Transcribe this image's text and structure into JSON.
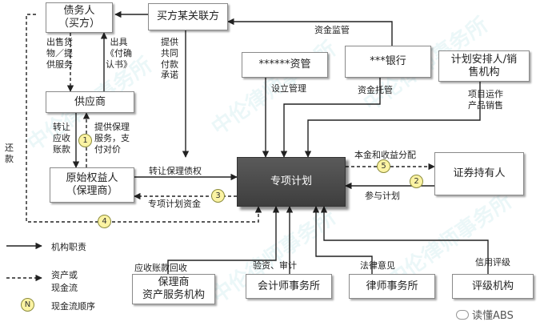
{
  "nodes": {
    "debtor": "债务人\n（买方）",
    "buyer_affiliate": "买方某关联方",
    "asset_mgmt": "******资管",
    "bank": "***银行",
    "planner": "计划安排人/销\n售机构",
    "supplier": "供应商",
    "originator": "原始权益人\n（保理商）",
    "special_plan": "专项计划",
    "security_holder": "证券持有人",
    "factoring_service": "保理商\n资产服务机构",
    "accounting_firm": "会计师事务所",
    "law_firm": "律师事务所",
    "rating_agency": "评级机构"
  },
  "edges": {
    "sell_goods": "出售货\n物／提\n供服务",
    "issue_confirm": "出具\n《付确\n认书》",
    "joint_payment": "提供\n共同\n付款\n承诺",
    "fund_supervision": "资金监管",
    "setup_management": "设立管理",
    "fund_custody": "资金托管",
    "project_operation": "项目运作\n产品销售",
    "transfer_receivable": "转让\n应收\n账款",
    "provide_factoring": "提供保理\n服务，支\n付对价",
    "repay": "还\n款",
    "transfer_factoring": "转让保理债权",
    "plan_funds": "专项计划资金",
    "principal_distribution": "本金和收益分配",
    "join_plan": "参与计划",
    "receivable_collection": "应收账款回收",
    "capital_verification": "验资、审计",
    "legal_opinion": "法律意见",
    "credit_rating": "信用评级"
  },
  "steps": [
    "1",
    "2",
    "3",
    "4",
    "5"
  ],
  "legend": {
    "solid": "机构职责",
    "dashed": "资产或\n现金流",
    "circle_letter": "N",
    "circle": "现金流顺序"
  },
  "watermark": "中伦律师事务所",
  "brand": "读懂ABS"
}
